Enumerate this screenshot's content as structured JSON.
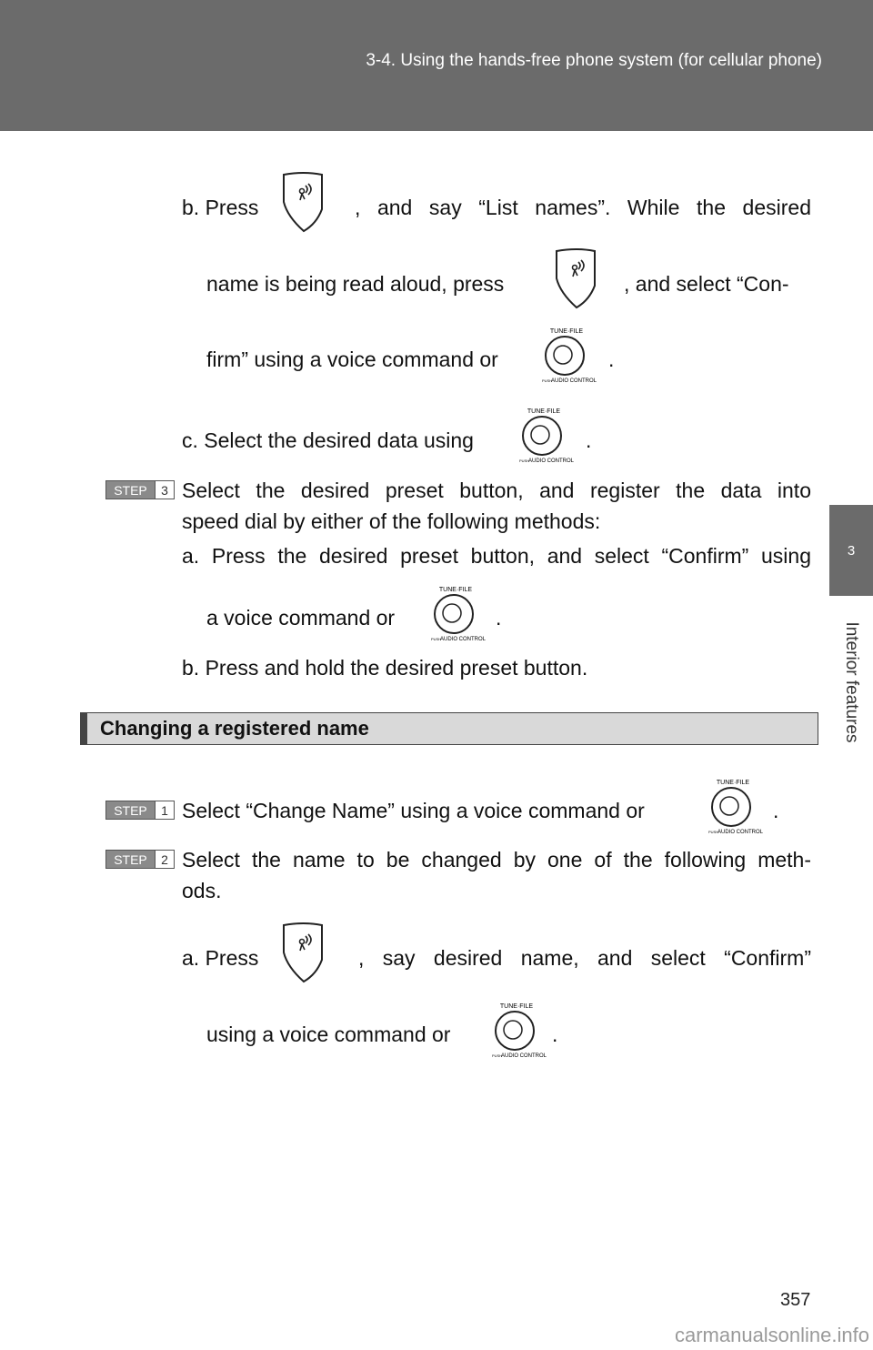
{
  "header": {
    "title": "3-4. Using the hands-free phone system (for cellular phone)"
  },
  "side_tab": {
    "number": "3",
    "label": "Interior features"
  },
  "knob": {
    "top_label": "TUNE·FILE",
    "push_label": "PUSH",
    "bottom_label": "AUDIO CONTROL"
  },
  "steps": {
    "label": "STEP",
    "n3": "3",
    "n1": "1",
    "n2": "2"
  },
  "text": {
    "b1_press": "b. Press",
    "b1_rest": ", and say “List names”. While the desired",
    "b1_line2_a": "name is being read aloud, press",
    "b1_line2_b": ", and select “Con-",
    "b1_line3": "firm” using a voice command or",
    "c_line": "c. Select the desired data using",
    "step3_line1": "Select the desired preset button, and register the data into",
    "step3_line2": "speed dial by either of the following methods:",
    "a_line1": "a. Press the desired preset button, and select “Confirm” using",
    "a_line2": "a voice command or",
    "b2_line": "b. Press and hold the desired preset button.",
    "heading": "Changing a registered name",
    "step1_line": "Select “Change Name” using a voice command or",
    "step2_line1": "Select the name to be changed by one of the following meth-",
    "step2_line2": "ods.",
    "a2_press": "a. Press",
    "a2_rest": ", say desired name, and select “Confirm”",
    "a2_line2": "using a voice command or",
    "period": "."
  },
  "page_number": "357",
  "watermark": "carmanualsonline.info"
}
